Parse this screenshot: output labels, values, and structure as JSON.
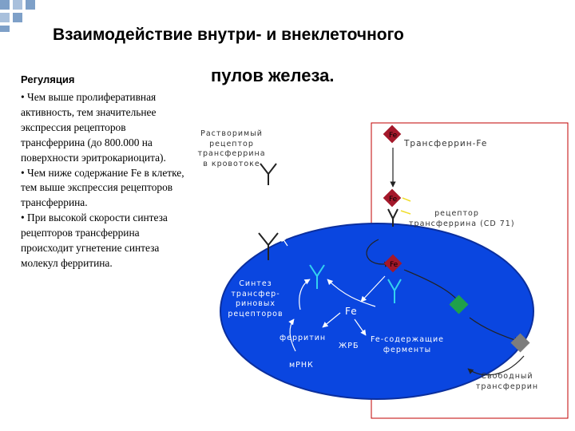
{
  "title": {
    "line1": "Взаимодействие внутри- и внеклеточного",
    "line2": "пулов железа."
  },
  "regulation": {
    "heading": "Регуляция",
    "paragraphs": [
      "• Чем выше пролиферативная активность, тем значительнее экспрессия рецепторов трансферрина (до 800.000 на поверхности эритрокариоцита).",
      "• Чем ниже содержание Fe в клетке, тем выше экспрессия рецепторов трансферрина.",
      "• При высокой скорости синтеза рецепторов трансферрина происходит угнетение синтеза молекул ферритина."
    ]
  },
  "diagram": {
    "soluble_receptor": [
      "Растворимый",
      "рецептор",
      "трансферрина",
      "в кровотоке"
    ],
    "transferrin_fe": "Трансферрин-Fe",
    "receptor_label": [
      "рецептор",
      "трансферрина (CD 71)"
    ],
    "synthesis": [
      "Синтез",
      "трансфер-",
      "риновых",
      "рецепторов"
    ],
    "fe": "Fe",
    "ferritin": "ферритин",
    "zhrb": "ЖРБ",
    "fe_enzymes": [
      "Fe-содержащие",
      "ферменты"
    ],
    "mrna": "мРНК",
    "free_transferrin": [
      "Свободный",
      "трансферрин"
    ],
    "fe_marker": "Fe",
    "colors": {
      "cell": "#0a46e0",
      "cell_outline": "#0b2f9e",
      "receptor_cyan": "#33d2f0",
      "diamond_red": "#a4182a",
      "diamond_green": "#1fa04a",
      "diamond_gray": "#7d7d7d",
      "accent_yellow": "#f0dd2a",
      "border_red": "#c00000",
      "corner_blue": "#7ea0c8"
    }
  }
}
